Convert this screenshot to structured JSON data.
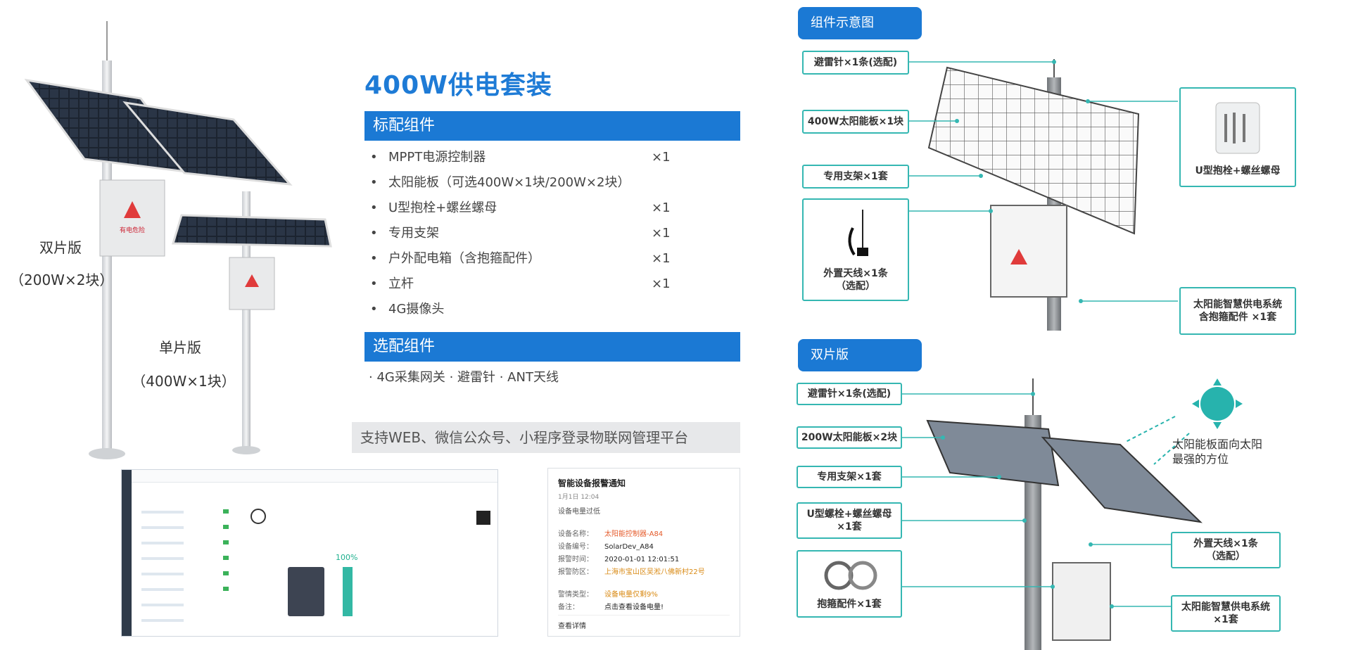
{
  "left_photo": {
    "caption_double_title": "双片版",
    "caption_double_spec": "（200W×2块）",
    "caption_single_title": "单片版",
    "caption_single_spec": "（400W×1块）",
    "box_label": "有电危险"
  },
  "kit": {
    "title": "400W供电套装",
    "standard_header": "标配组件",
    "standard_items": [
      {
        "name": "MPPT电源控制器",
        "qty": "×1"
      },
      {
        "name": "太阳能板（可选400W×1块/200W×2块）",
        "qty": ""
      },
      {
        "name": "U型抱栓+螺丝螺母",
        "qty": "×1"
      },
      {
        "name": "专用支架",
        "qty": "×1"
      },
      {
        "name": "户外配电箱（含抱箍配件）",
        "qty": "×1"
      },
      {
        "name": "立杆",
        "qty": "×1"
      },
      {
        "name": "4G摄像头",
        "qty": ""
      }
    ],
    "optional_header": "选配组件",
    "optional_line": "· 4G采集网关 · 避雷针 · ANT天线",
    "platform_banner": "支持WEB、微信公众号、小程序登录物联网管理平台"
  },
  "dashboard": {
    "status_percent": "100%"
  },
  "notification": {
    "title": "智能设备报警通知",
    "date": "1月1日 12:04",
    "summary": "设备电量过低",
    "rows": [
      {
        "key": "设备名称：",
        "value": "太阳能控制器-A84",
        "tone": "red"
      },
      {
        "key": "设备编号：",
        "value": "SolarDev_A84",
        "tone": "normal"
      },
      {
        "key": "报警时间：",
        "value": "2020-01-01 12:01:51",
        "tone": "normal"
      },
      {
        "key": "报警防区：",
        "value": "上海市宝山区吴淞八佛新村22号",
        "tone": "orange"
      }
    ],
    "rows2": [
      {
        "key": "警情类型：",
        "value": "设备电量仅剩9%",
        "tone": "orange"
      },
      {
        "key": "备注：",
        "value": "点击查看设备电量!",
        "tone": "normal"
      }
    ],
    "footer": "查看详情"
  },
  "diagram_top": {
    "header": "组件示意图",
    "tags": {
      "lightning": "避雷针×1条(选配)",
      "panel": "400W太阳能板×1块",
      "bracket": "专用支架×1套",
      "antenna": "外置天线×1条\n（选配）",
      "ubolt": "U型抱栓+螺丝螺母",
      "system": "太阳能智慧供电系统\n含抱箍配件    ×1套"
    }
  },
  "diagram_bottom": {
    "header": "双片版",
    "tags": {
      "lightning": "避雷针×1条(选配)",
      "panels": "200W太阳能板×2块",
      "bracket": "专用支架×1套",
      "ubolt": "U型螺栓+螺丝螺母\n×1套",
      "clamp": "抱箍配件×1套",
      "antenna": "外置天线×1条\n（选配）",
      "system": "太阳能智慧供电系统\n×1套"
    },
    "sun_note": "太阳能板面向太阳\n最强的方位"
  },
  "colors": {
    "accent_blue": "#1b79d4",
    "teal": "#35b7b2"
  }
}
